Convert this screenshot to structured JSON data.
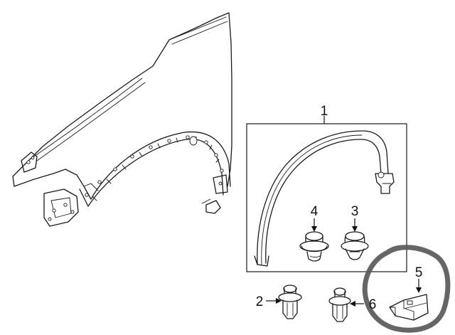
{
  "callouts": [
    {
      "id": "1",
      "label": "1"
    },
    {
      "id": "2",
      "label": "2"
    },
    {
      "id": "3",
      "label": "3"
    },
    {
      "id": "4",
      "label": "4"
    },
    {
      "id": "5",
      "label": "5"
    },
    {
      "id": "6",
      "label": "6"
    }
  ],
  "colors": {
    "line": "#1a1a1a",
    "highlight_circle": "#555555",
    "background": "#ffffff"
  }
}
